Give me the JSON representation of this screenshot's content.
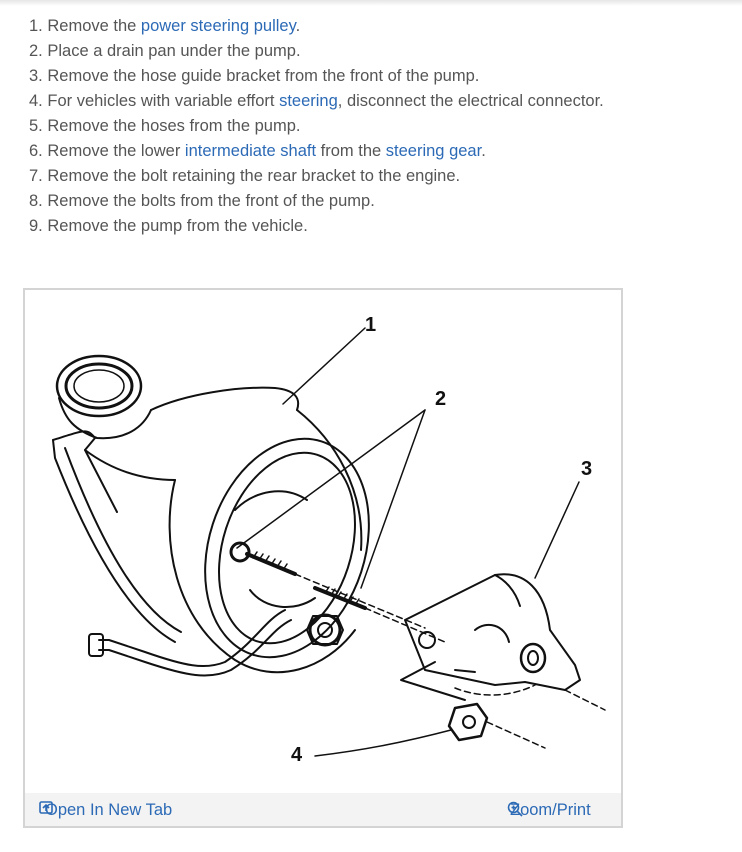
{
  "steps": [
    {
      "num": "1.",
      "pre": "Remove the ",
      "link": "power steering pulley",
      "post": "."
    },
    {
      "num": "2.",
      "pre": "Place a drain pan under the pump.",
      "link": "",
      "post": ""
    },
    {
      "num": "3.",
      "pre": "Remove the hose guide bracket from the front of the pump.",
      "link": "",
      "post": ""
    },
    {
      "num": "4.",
      "pre": "For vehicles with variable effort ",
      "link": "steering",
      "post": ", disconnect the electrical connector."
    },
    {
      "num": "5.",
      "pre": "Remove the hoses from the pump.",
      "link": "",
      "post": ""
    },
    {
      "num": "6.",
      "pre": "Remove the lower ",
      "link": "intermediate shaft",
      "mid": " from the ",
      "link2": "steering gear",
      "post": "."
    },
    {
      "num": "7.",
      "pre": "Remove the bolt retaining the rear bracket to the engine.",
      "link": "",
      "post": ""
    },
    {
      "num": "8.",
      "pre": "Remove the bolts from the front of the pump.",
      "link": "",
      "post": ""
    },
    {
      "num": "9.",
      "pre": "Remove the pump from the vehicle.",
      "link": "",
      "post": ""
    }
  ],
  "figure": {
    "callouts": [
      "1",
      "2",
      "3",
      "4"
    ]
  },
  "footer": {
    "open_new_tab": "Open In New Tab",
    "zoom_print": "Zoom/Print"
  },
  "colors": {
    "link": "#2c6ab6",
    "text": "#555555",
    "footer_bg": "#f3f3f3"
  },
  "icons": {
    "open_new_tab": "open-new-tab-icon",
    "zoom": "zoom-in-icon"
  }
}
